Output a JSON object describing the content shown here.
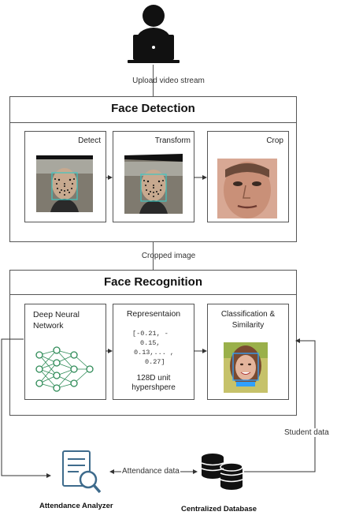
{
  "upload_label": "Upload video stream",
  "detection": {
    "title": "Face Detection",
    "steps": [
      {
        "label": "Detect",
        "icon": "face-landmarks-photo"
      },
      {
        "label": "Transform",
        "icon": "face-landmarks-photo"
      },
      {
        "label": "Crop",
        "icon": "cropped-face-photo"
      }
    ]
  },
  "cropped_label": "Cropped image",
  "recognition": {
    "title": "Face Recognition",
    "dnn_label": "Deep Neural\nNetwork",
    "representation": {
      "title": "Representaion",
      "vector_lines": [
        "[-0.21, -",
        "0.15,",
        "0.13,... ,",
        "0.27]"
      ],
      "caption": "128D unit\nhypershpere"
    },
    "classification_label": "Classification &\nSimilarity"
  },
  "student_data_label": "Student data",
  "attendance_data_label": "Attendance data",
  "analyzer_label": "Attendance Analyzer",
  "database_label": "Centralized Database",
  "colors": {
    "landmark": "#3ec7c2",
    "box": "#2fa0ff",
    "border": "#555555"
  }
}
